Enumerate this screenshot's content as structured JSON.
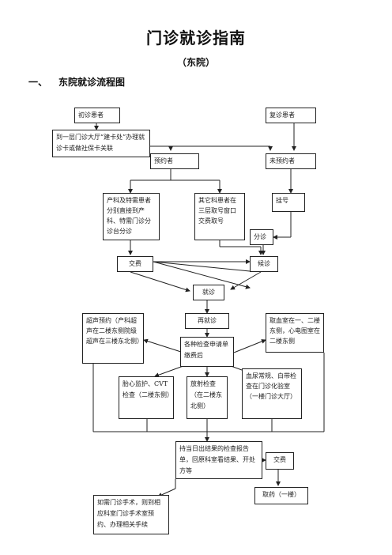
{
  "title": "门诊就诊指南",
  "subtitle": "（东院）",
  "section": {
    "number": "一、",
    "label": "东院就诊流程图"
  },
  "flow": {
    "first_visit": "初诊患者",
    "return_visit": "复诊患者",
    "card_office": "到一层门诊大厅“建卡处”办理就诊卡或做社保卡关联",
    "booked": "预约者",
    "not_booked": "未预约者",
    "obstetric": "产科及特需患者分别直接到产科、特需门诊分诊台分诊",
    "other_dept": "其它科患者在三层取号窗口交费取号",
    "register": "挂号",
    "triage": "分诊",
    "pay": "交费",
    "wait": "候诊",
    "consult": "就诊",
    "ultrasound": "超声预约（产科超声在二楼东侧院级超声在三楼东北侧）",
    "revisit": "再就诊",
    "blood_draw": "取血室在一、二楼东侧，心电图室在二楼东侧",
    "exam_pay": "各种检查申请单缴费后",
    "fetal": "胎心监护、CVT检查（二楼东侧）",
    "radiology": "放射检查（在二楼东北侧）",
    "lab": "血尿常规、白带检查在门诊化验室（一楼门诊大厅）",
    "results": "持当日出结果的检查报告单，回原科室看结果、开处方等",
    "pay2": "交费",
    "pharmacy": "取药（一楼）",
    "surgery": "如需门诊手术，则到相应科室门诊手术室预约、办理相关手续"
  }
}
